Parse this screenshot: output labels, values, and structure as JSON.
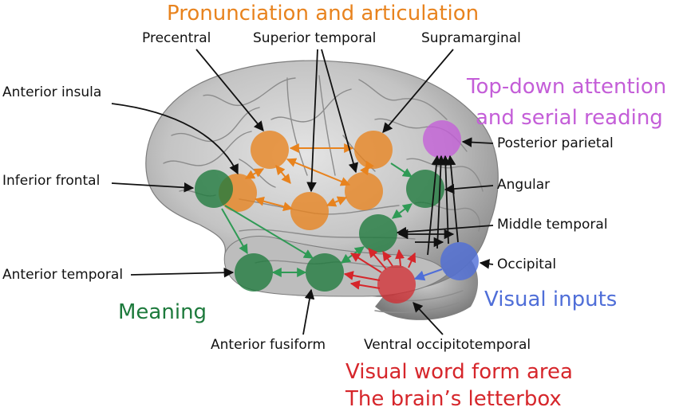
{
  "colors": {
    "orange": "#e8831e",
    "green": "#1d7a3c",
    "red": "#d6262b",
    "blue": "#4f6ed8",
    "purple": "#c45ed8",
    "black": "#111111"
  },
  "groups": {
    "pronunciation": "Pronunciation and articulation",
    "attention_line1": "Top-down attention",
    "attention_line2": "and serial reading",
    "meaning": "Meaning",
    "visual_inputs": "Visual inputs",
    "vwfa_line1": "Visual word form area",
    "vwfa_line2": "The brain’s letterbox"
  },
  "regions": {
    "precentral": "Precentral",
    "superior_temporal": "Superior temporal",
    "supramarginal": "Supramarginal",
    "anterior_insula": "Anterior insula",
    "inferior_frontal": "Inferior frontal",
    "posterior_parietal": "Posterior parietal",
    "angular": "Angular",
    "middle_temporal": "Middle temporal",
    "occipital": "Occipital",
    "anterior_temporal": "Anterior temporal",
    "anterior_fusiform": "Anterior fusiform",
    "ventral_occipitotemporal": "Ventral occipitotemporal"
  }
}
